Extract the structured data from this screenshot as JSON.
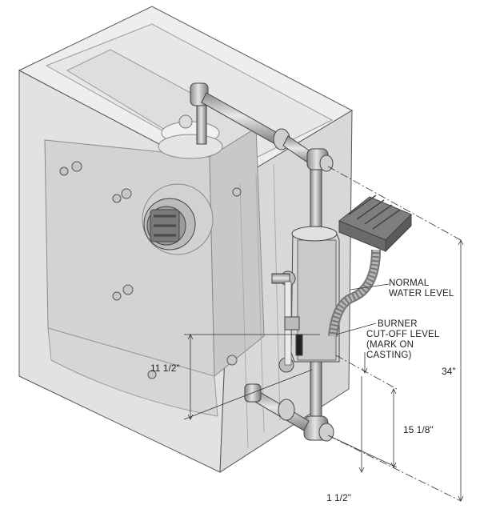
{
  "labels": {
    "normal_water_level": [
      "NORMAL",
      "WATER LEVEL"
    ],
    "burner_cutoff": [
      "BURNER",
      "CUT-OFF LEVEL",
      "(MARK ON",
      "CASTING)"
    ]
  },
  "dimensions": {
    "d1": "11 1/2\"",
    "d2": "15 1/8\"",
    "d3": "1 1/2\"",
    "d4": "34\""
  },
  "colors": {
    "outline": "#3a3a3a",
    "casting_light": "#e6e6e6",
    "casting_mid": "#cfcfcf",
    "casting_dark": "#a9a9a9",
    "pipe": "#bdbdbd",
    "pipe_dark": "#7a7a7a"
  }
}
